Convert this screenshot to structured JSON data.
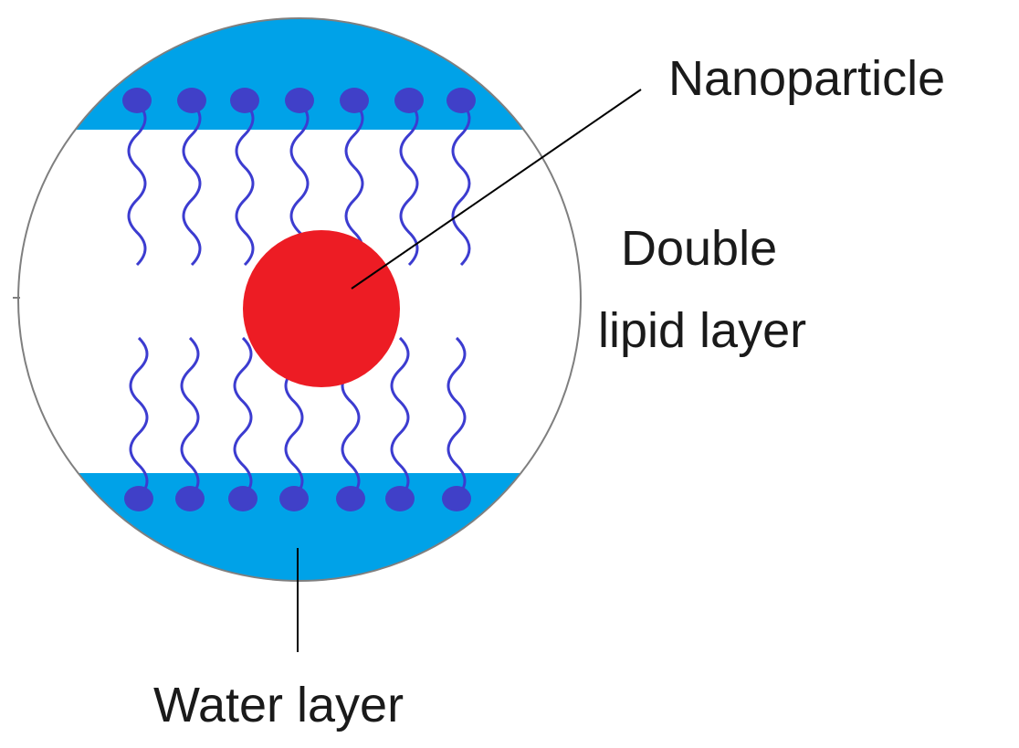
{
  "labels": {
    "nanoparticle": "Nanoparticle",
    "double_lipid_line1": "Double",
    "double_lipid_line2": "lipid layer",
    "water_layer": "Water layer"
  },
  "colors": {
    "water": "#00a2e8",
    "lipid_head": "#4040c8",
    "lipid_tail": "#3c3cd0",
    "nanoparticle": "#ed1c24",
    "outline": "#7f7f7f",
    "leader_line": "#000000",
    "text": "#1a1a1a"
  },
  "lipids": {
    "top_count": 7,
    "bottom_count": 7
  }
}
